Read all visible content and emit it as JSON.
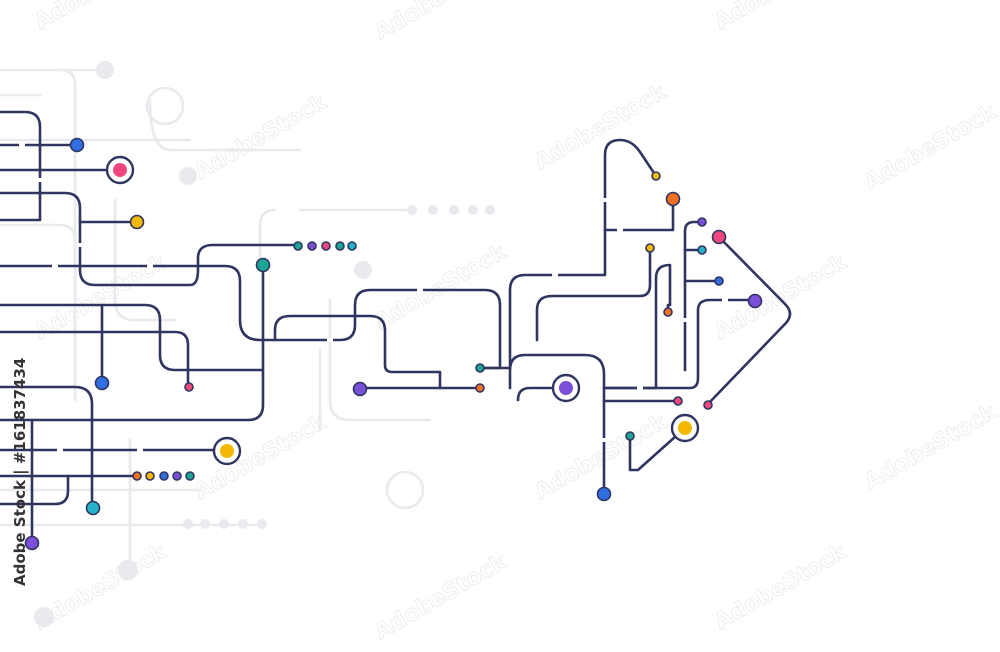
{
  "stock_id": "Adobe Stock | #161837434",
  "colors": {
    "trace": "#2f3560",
    "ghost": "#e9eaee",
    "background": "#ffffff",
    "node_outline": "#2f3560",
    "watermark": "#eeeeee",
    "blue": "#2f6fe0",
    "pink": "#f0487e",
    "yellow": "#f5b800",
    "teal": "#1aa595",
    "purple": "#7b4fd8",
    "cyan": "#22b3c9",
    "orange": "#f07020",
    "ring_fill": "#ffffff"
  },
  "watermark_text": "AdobeStock",
  "node_colors_legend": [
    "blue",
    "pink",
    "yellow",
    "teal",
    "purple",
    "cyan",
    "orange"
  ]
}
